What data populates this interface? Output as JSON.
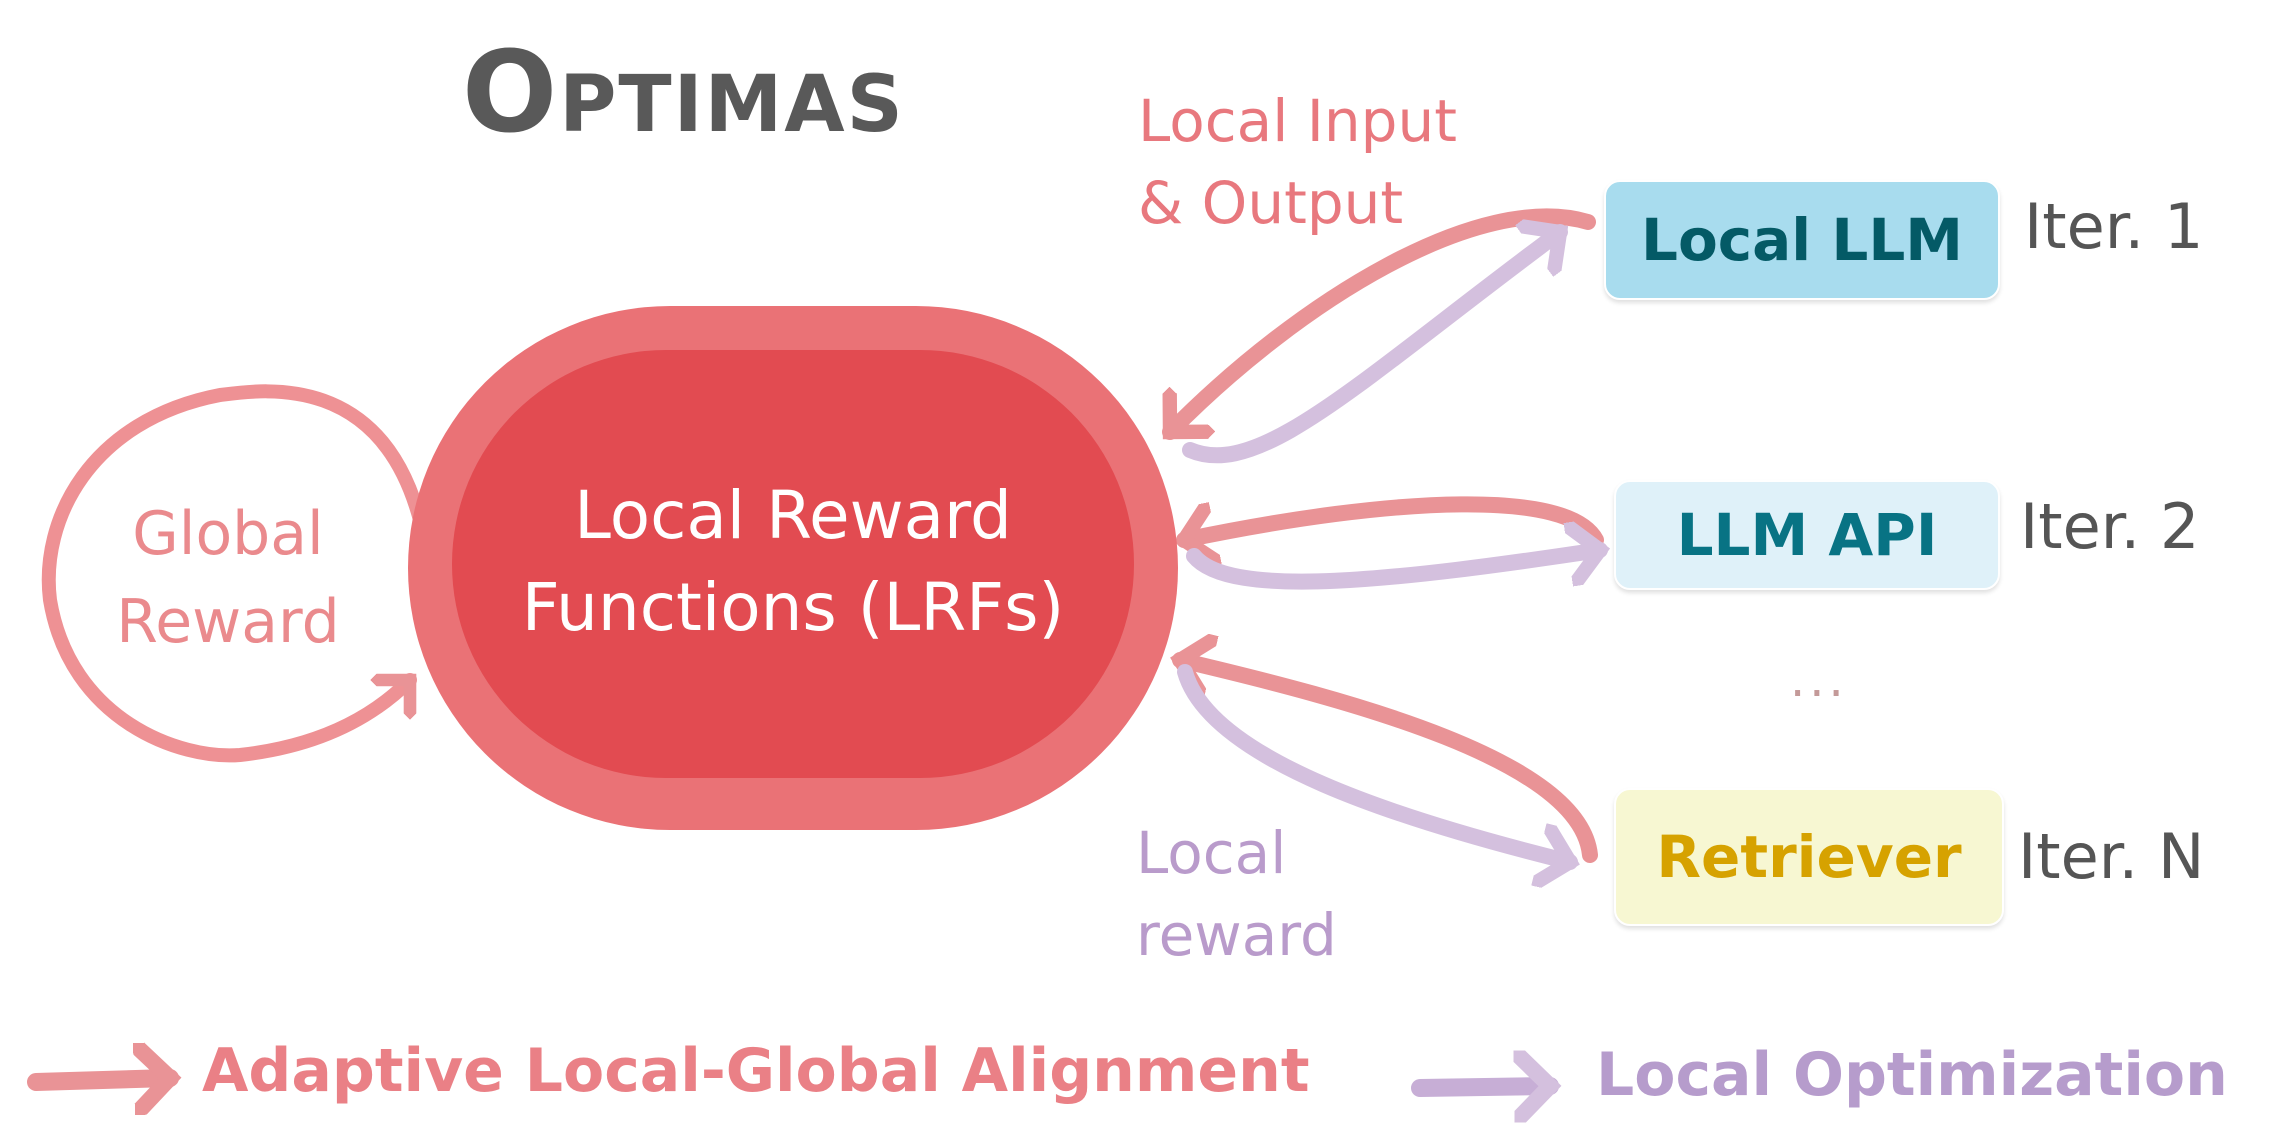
{
  "title": "Optimas",
  "center_node": {
    "label": "Local Reward Functions (LRFs)",
    "line1": "Local Reward",
    "line2": "Functions (LRFs)"
  },
  "global_reward": {
    "line1": "Global",
    "line2": "Reward"
  },
  "annotations": {
    "local_io": {
      "line1": "Local Input",
      "line2": "& Output"
    },
    "local_reward": {
      "line1": "Local",
      "line2": "reward"
    }
  },
  "components": [
    {
      "label": "Local LLM",
      "iteration": "Iter. 1",
      "fill": "#a8dcee",
      "text_color": "#045a66"
    },
    {
      "label": "LLM API",
      "iteration": "Iter. 2",
      "fill": "#dff1f9",
      "text_color": "#087384"
    },
    {
      "label": "Retriever",
      "iteration": "Iter. N",
      "fill": "#f7f7d2",
      "text_color": "#d6a200"
    }
  ],
  "ellipsis": "...",
  "legend": [
    {
      "label": "Adaptive Local-Global Alignment",
      "color": "#ea8086"
    },
    {
      "label": "Local Optimization",
      "color": "#b69ccc"
    }
  ],
  "colors": {
    "alignment_arrow": "#e99396",
    "optimization_arrow": "#d4c0de",
    "core_outer": "#ea7276",
    "core_inner": "#e24b51",
    "title": "#595959"
  }
}
